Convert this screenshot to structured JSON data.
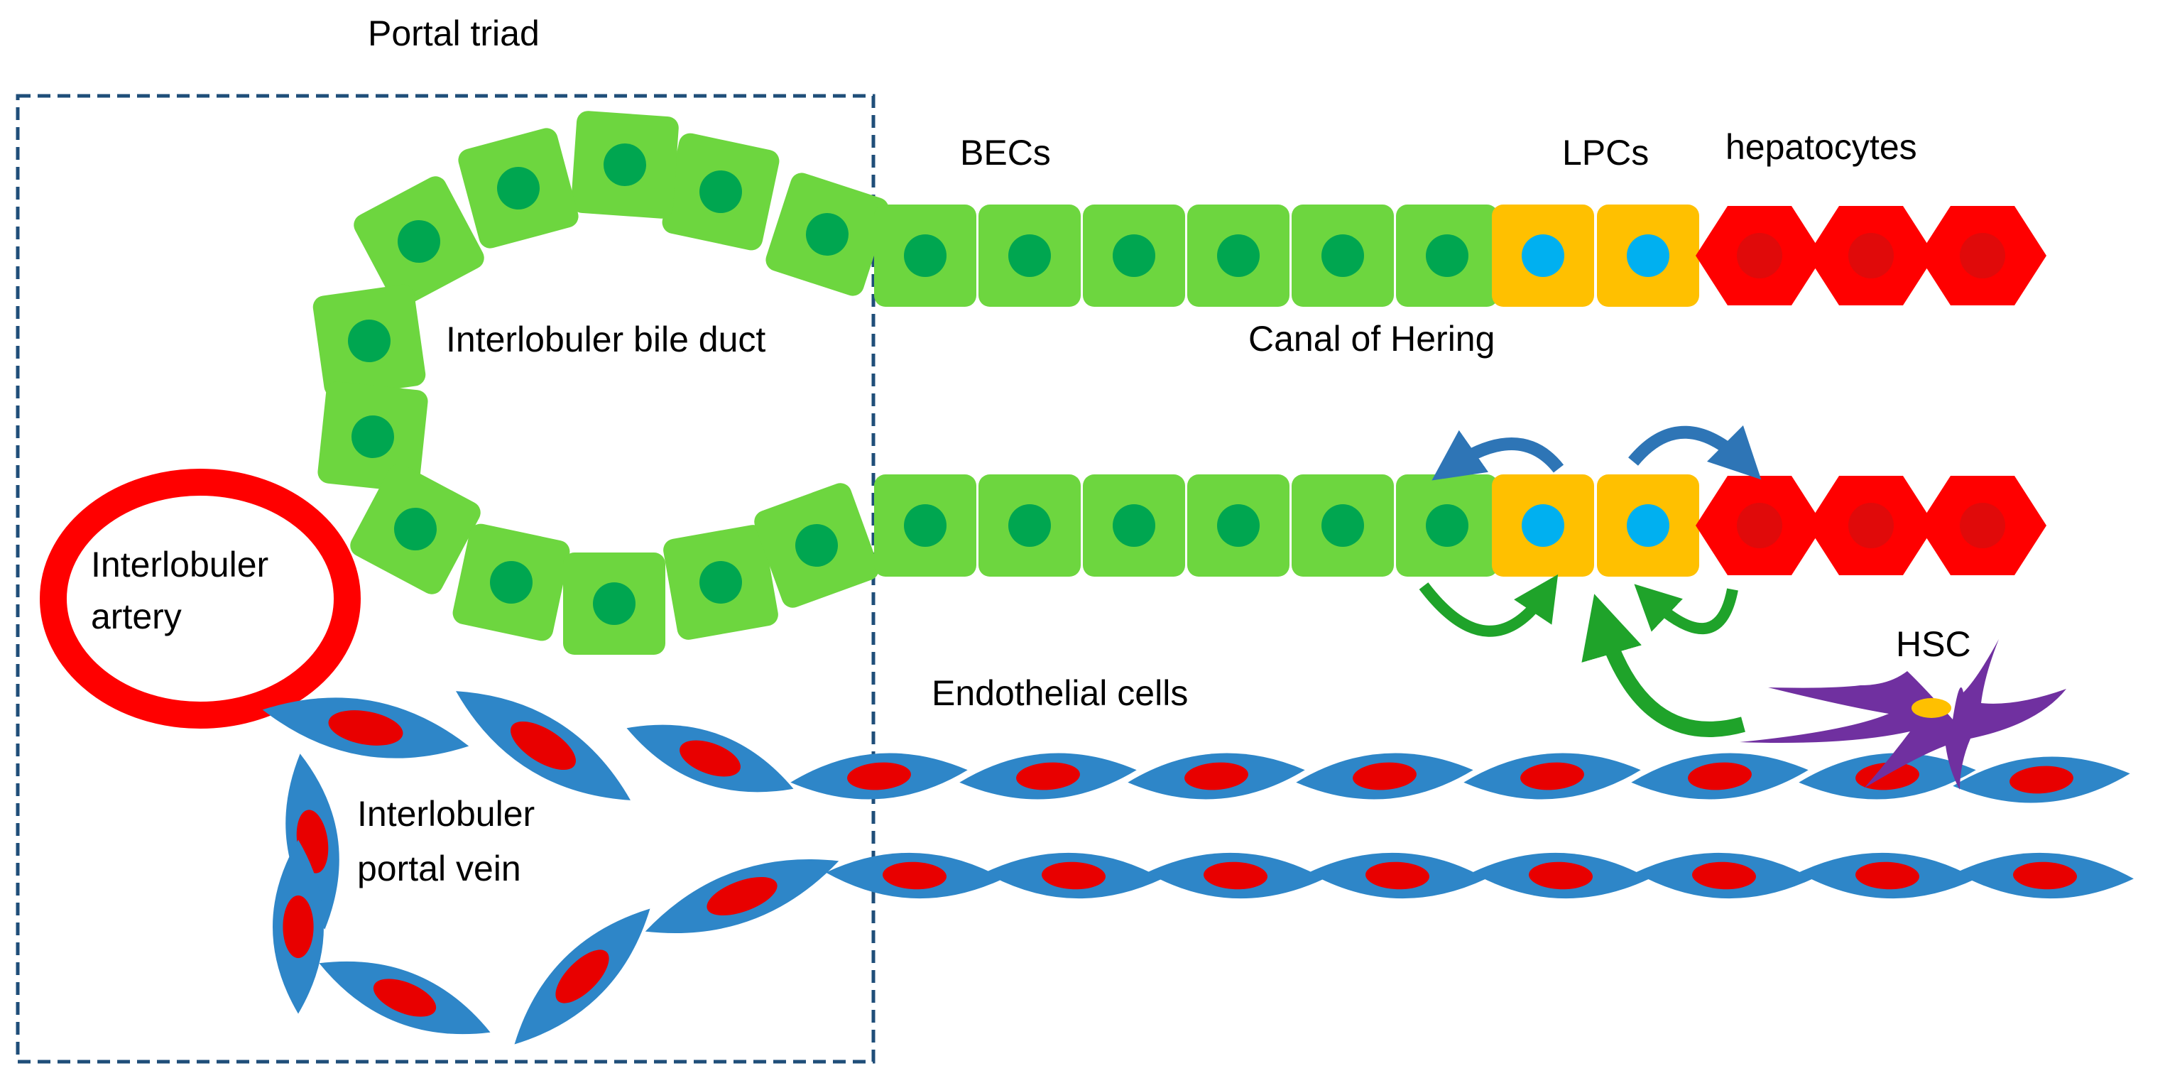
{
  "labels": {
    "portal_triad": "Portal triad",
    "becs": "BECs",
    "lpcs": "LPCs",
    "hepatocytes": "hepatocytes",
    "bile_duct": "Interlobuler bile duct",
    "canal_of_hering": "Canal of Hering",
    "artery_line1": "Interlobuler",
    "artery_line2": "artery",
    "endothelial_cells": "Endothelial cells",
    "hsc": "HSC",
    "portal_vein_line1": "Interlobuler",
    "portal_vein_line2": "portal vein"
  },
  "colors": {
    "bec_cell": "#6dd63f",
    "bec_nucleus": "#00a650",
    "lpc_cell": "#ffc000",
    "lpc_nucleus": "#00b0f0",
    "hepatocyte": "#ff0000",
    "hepatocyte_nucleus": "#e00a0a",
    "endothelial_cell": "#2e86c8",
    "endothelial_nucleus": "#e80000",
    "artery": "#ff0000",
    "hsc": "#7030a0",
    "hsc_nucleus": "#ffc000",
    "arrow_blue": "#2e75b6",
    "arrow_green": "#1fa32a",
    "box_border": "#1f4e79"
  },
  "icons": {
    "bec": "green-square-cell",
    "lpc": "orange-square-cell",
    "hepatocyte": "red-hexagon-cell",
    "endothelial": "blue-spindle-cell",
    "hsc": "purple-star-cell",
    "arrows": "curved-arrow"
  }
}
